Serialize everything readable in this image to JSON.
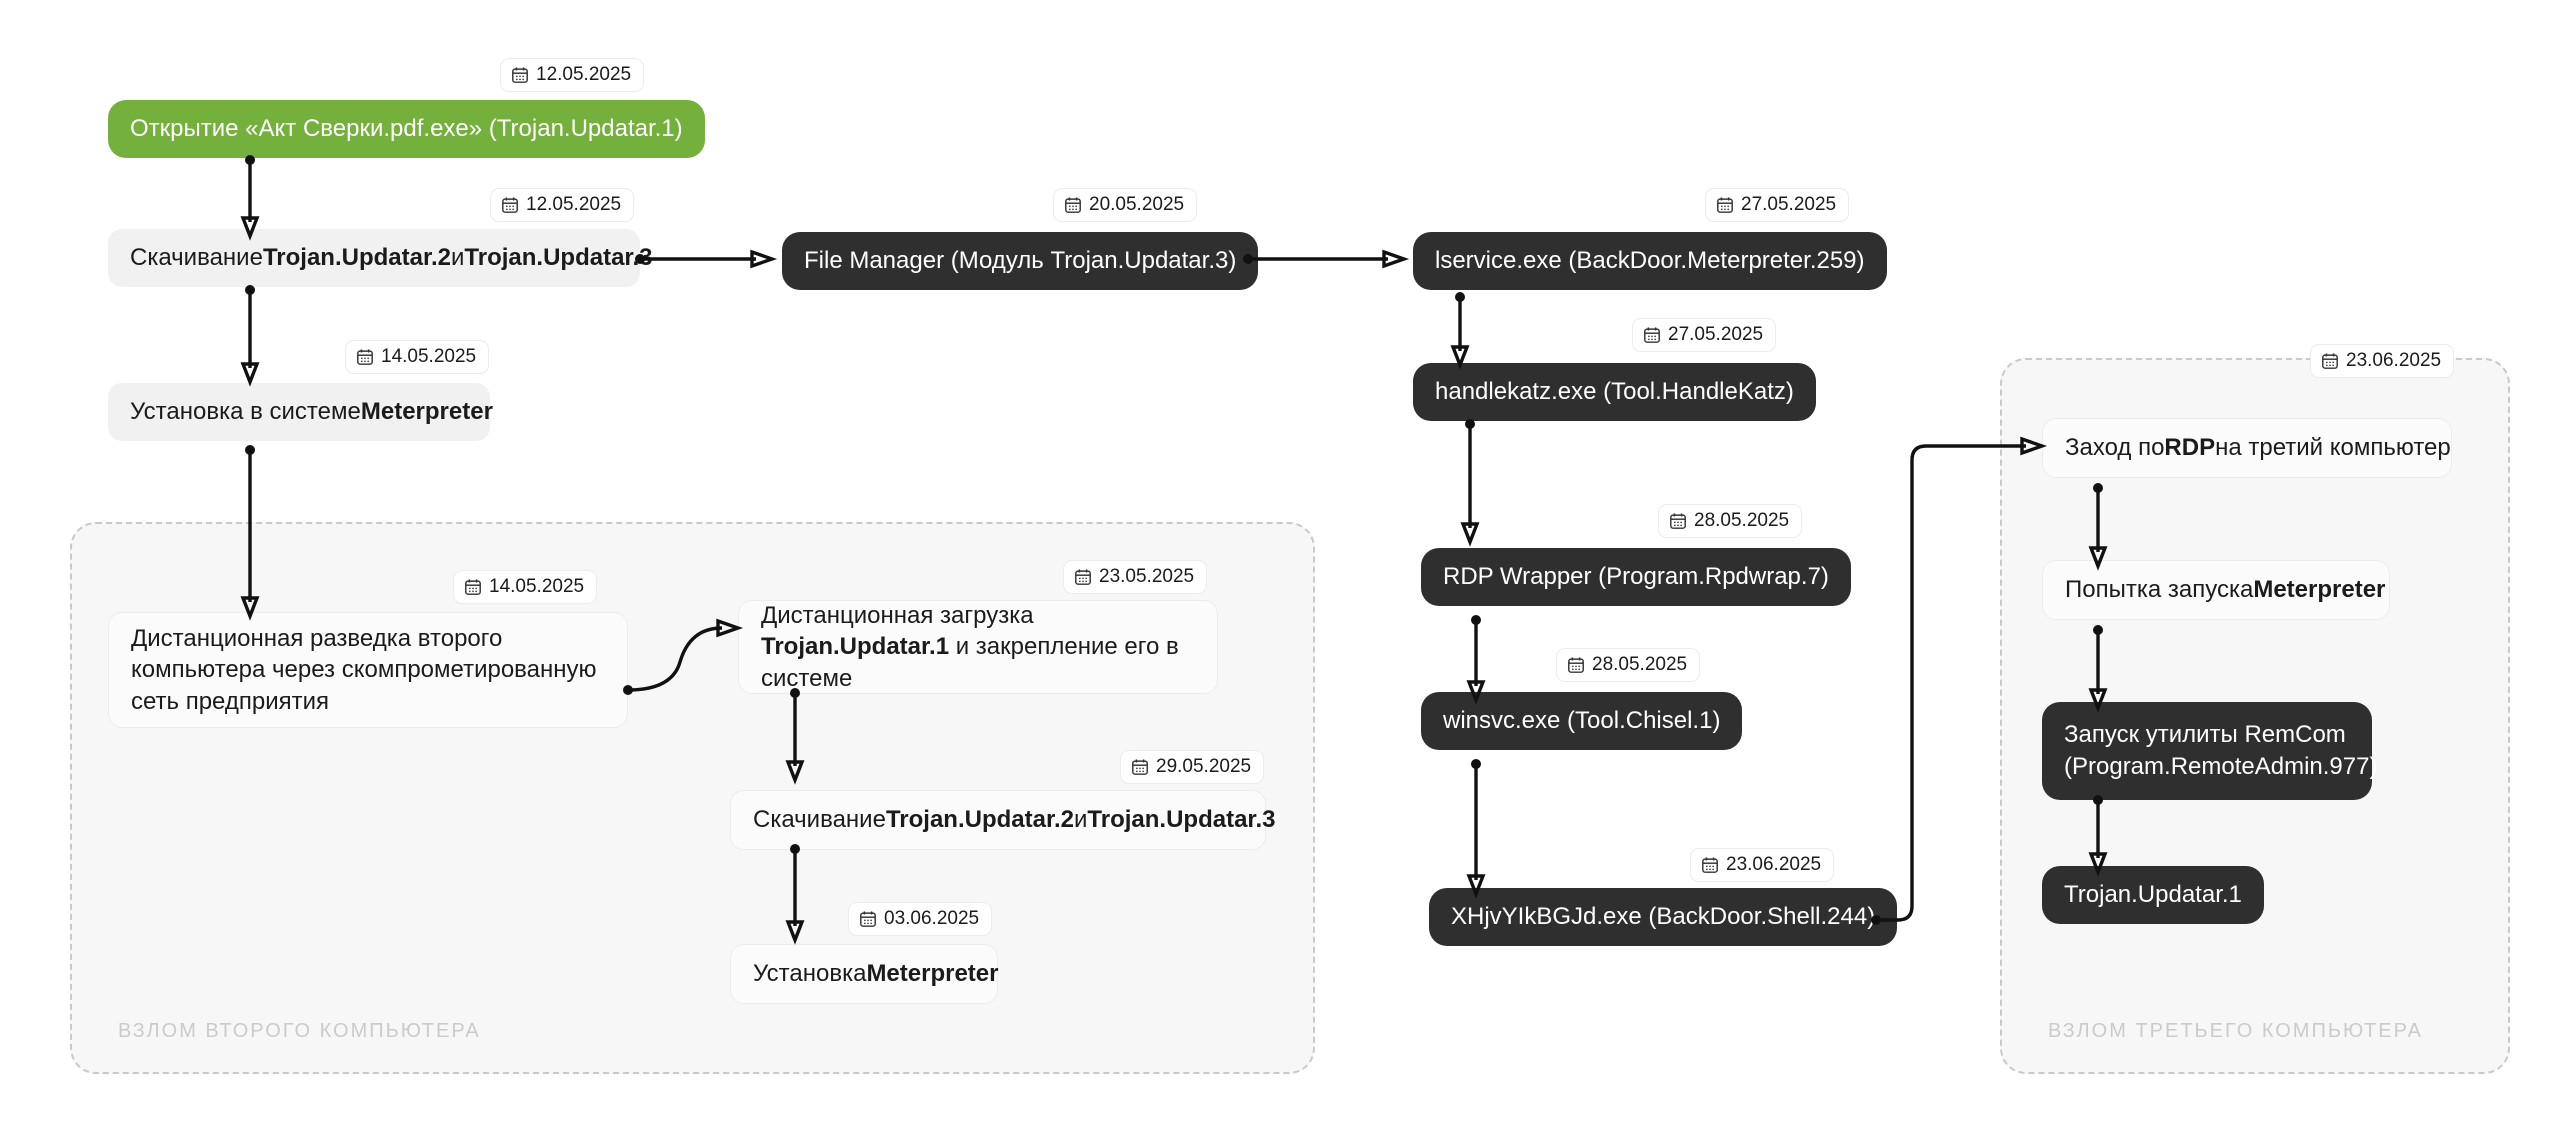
{
  "diagram": {
    "title_present": false,
    "icon_names": [
      "calendar-icon"
    ],
    "colors": {
      "accent_green": "#74b03c",
      "dark_node": "#2f2f2f",
      "grey_node": "#f1f1f1",
      "white_node": "#fbfbfb",
      "group_bg": "#f7f7f7",
      "group_border": "#c9c9c9",
      "group_label": "#cbcbcb",
      "connector": "#111111"
    }
  },
  "nodes": {
    "n1": {
      "date": "12.05.2025",
      "text": "Открытие «Акт Сверки.pdf.exe» (Trojan.Updatar.1)"
    },
    "n2": {
      "date": "12.05.2025",
      "text_plain": "Скачивание Trojan.Updatar.2 и Trojan.Updatar.3",
      "pre": "Скачивание ",
      "b1": "Trojan.Updatar.2",
      "mid": " и ",
      "b2": "Trojan.Updatar.3"
    },
    "n3": {
      "date": "14.05.2025",
      "pre": "Установка в системе ",
      "b1": "Meterpreter"
    },
    "n4": {
      "date": "20.05.2025",
      "text": "File Manager (Модуль Trojan.Updatar.3)"
    },
    "n5": {
      "date": "27.05.2025",
      "text": "lservice.exe (BackDoor.Meterpreter.259)"
    },
    "n6": {
      "date": "27.05.2025",
      "text": "handlekatz.exe (Tool.HandleKatz)"
    },
    "n7": {
      "date": "28.05.2025",
      "text": "RDP Wrapper (Program.Rpdwrap.7)"
    },
    "n8": {
      "date": "28.05.2025",
      "text": "winsvc.exe (Tool.Chisel.1)"
    },
    "n9": {
      "date": "23.06.2025",
      "text": "XHjvYIkBGJd.exe (BackDoor.Shell.244)"
    },
    "n10": {
      "date": "14.05.2025",
      "text": "Дистанционная разведка второго компьютера через скомпрометированную сеть предприятия"
    },
    "n11": {
      "date": "23.05.2025",
      "pre": "Дистанционная загрузка ",
      "b1": "Trojan.Updatar.1",
      "post": " и закрепление его в системе"
    },
    "n12": {
      "date": "29.05.2025",
      "pre": "Скачивание ",
      "b1": "Trojan.Updatar.2",
      "mid": " и ",
      "b2": "Trojan.Updatar.3"
    },
    "n13": {
      "date": "03.06.2025",
      "pre": "Установка ",
      "b1": "Meterpreter"
    },
    "n14": {
      "date": "23.06.2025",
      "pre": "Заход по ",
      "b1": "RDP",
      "post": " на третий компьютер"
    },
    "n15": {
      "pre": "Попытка запуска ",
      "b1": "Meterpreter"
    },
    "n16": {
      "text": "Запуск утилиты RemCom (Program.RemoteAdmin.977)",
      "line1": "Запуск утилиты RemCom",
      "line2": "(Program.RemoteAdmin.977)"
    },
    "n17": {
      "text": "Trojan.Updatar.1"
    }
  },
  "groups": {
    "second_pc": {
      "label": "ВЗЛОМ ВТОРОГО КОМПЬЮТЕРА"
    },
    "third_pc": {
      "label": "ВЗЛОМ ТРЕТЬЕГО КОМПЬЮТЕРА"
    }
  }
}
